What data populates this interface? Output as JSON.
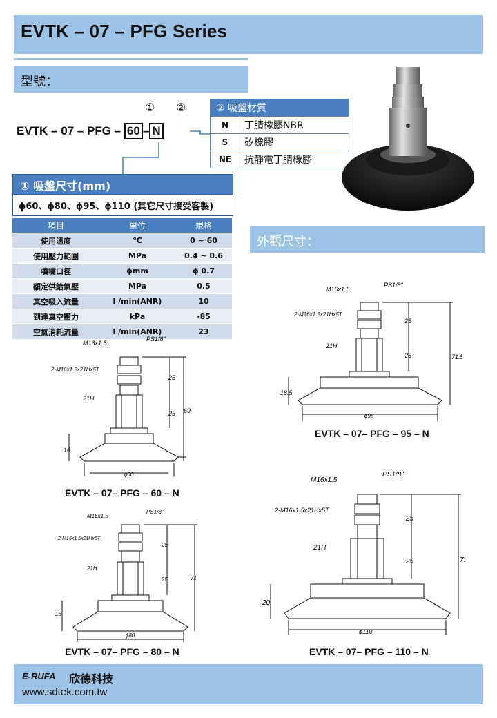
{
  "header": {
    "title": "EVTK – 07 – PFG Series"
  },
  "model_section": {
    "title": "型號："
  },
  "model_code": {
    "circle1": "①",
    "circle2": "②",
    "prefix": "EVTK – 07 – PFG –",
    "size": "60",
    "dash": "–",
    "material": "N"
  },
  "material_table": {
    "title": "② 吸盤材質",
    "rows": [
      {
        "code": "N",
        "name": "丁腈橡膠NBR"
      },
      {
        "code": "S",
        "name": "矽橡膠"
      },
      {
        "code": "NE",
        "name": "抗靜電丁腈橡膠"
      }
    ]
  },
  "size_box": {
    "title": "① 吸盤尺寸(mm)",
    "values": "ϕ60、ϕ80、ϕ95、ϕ110 (其它尺寸接受客製)"
  },
  "spec_table": {
    "headers": [
      "項目",
      "單位",
      "規格"
    ],
    "rows": [
      [
        "使用溫度",
        "℃",
        "0 ~ 60"
      ],
      [
        "使用壓力範圍",
        "MPa",
        "0.4 ~ 0.6"
      ],
      [
        "噴嘴口徑",
        "ϕmm",
        "ϕ 0.7"
      ],
      [
        "額定供給氣壓",
        "MPa",
        "0.5"
      ],
      [
        "真空吸入流量",
        "l /min(ANR)",
        "10"
      ],
      [
        "到達真空壓力",
        "kPa",
        "-85"
      ],
      [
        "空氣消耗流量",
        "l /min(ANR)",
        "23"
      ]
    ]
  },
  "dimension_section": {
    "title": "外觀尺寸："
  },
  "drawings": {
    "common": {
      "thread": "M16x1.5",
      "port": "PS1/8\"",
      "mount": "2-M16x1.5x21Hx5T",
      "hex": "21H",
      "seg": "25"
    },
    "d60": {
      "caption": "EVTK – 07– PFG – 60 – N",
      "dia": "ϕ60",
      "height": "69",
      "base": "16"
    },
    "d95": {
      "caption": "EVTK – 07– PFG – 95 – N",
      "dia": "ϕ95",
      "height": "71.5",
      "base": "18.5"
    },
    "d80": {
      "caption": "EVTK – 07– PFG – 80 – N",
      "dia": "ϕ80",
      "height": "71",
      "base": "18"
    },
    "d110": {
      "caption": "EVTK – 07– PFG – 110 – N",
      "dia": "ϕ110",
      "height": "73",
      "base": "20"
    }
  },
  "footer": {
    "brand": "E-RUFA",
    "company": "欣德科技",
    "url": "www.sdtek.com.tw"
  }
}
